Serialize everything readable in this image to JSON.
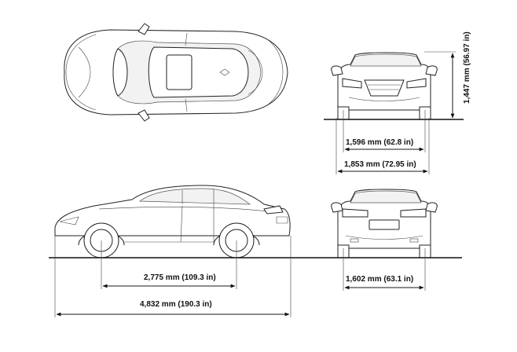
{
  "dimensions": {
    "height": "1,447 mm (56.97 in)",
    "front_track": "1,596 mm (62.8 in)",
    "width": "1,853 mm (72.95 in)",
    "wheelbase": "2,775 mm (109.3 in)",
    "rear_track": "1,602 mm (63.1 in)",
    "length": "4,832 mm (190.3 in)"
  }
}
